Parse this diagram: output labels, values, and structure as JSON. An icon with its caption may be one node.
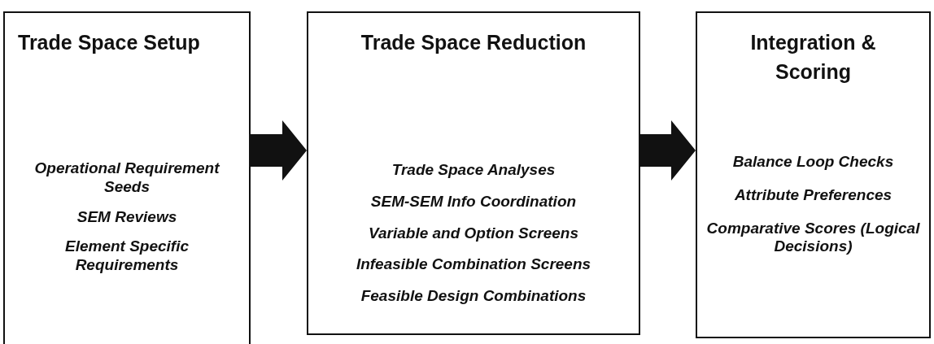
{
  "diagram": {
    "nodes": [
      {
        "text": [
          "Trade Space Setup",
          "Operational Requirement Seeds",
          "SEM Reviews",
          "Element Specific Requirements"
        ]
      },
      {
        "text": [
          "Trade Space Reduction",
          "Trade Space Analyses",
          "SEM-SEM Info Coordination",
          "Variable and Option Screens",
          "Infeasible Combination Screens",
          "Feasible Design Combinations"
        ]
      },
      {
        "text": [
          "Integration & Scoring",
          "Balance Loop Checks",
          "Attribute Preferences",
          "Comparative Scores (Logical Decisions)"
        ]
      }
    ],
    "edges": [
      {
        "from": 0,
        "to": 1,
        "arrow": "to",
        "style": "thick"
      },
      {
        "from": 1,
        "to": 2,
        "arrow": "to",
        "style": "thick"
      }
    ]
  }
}
